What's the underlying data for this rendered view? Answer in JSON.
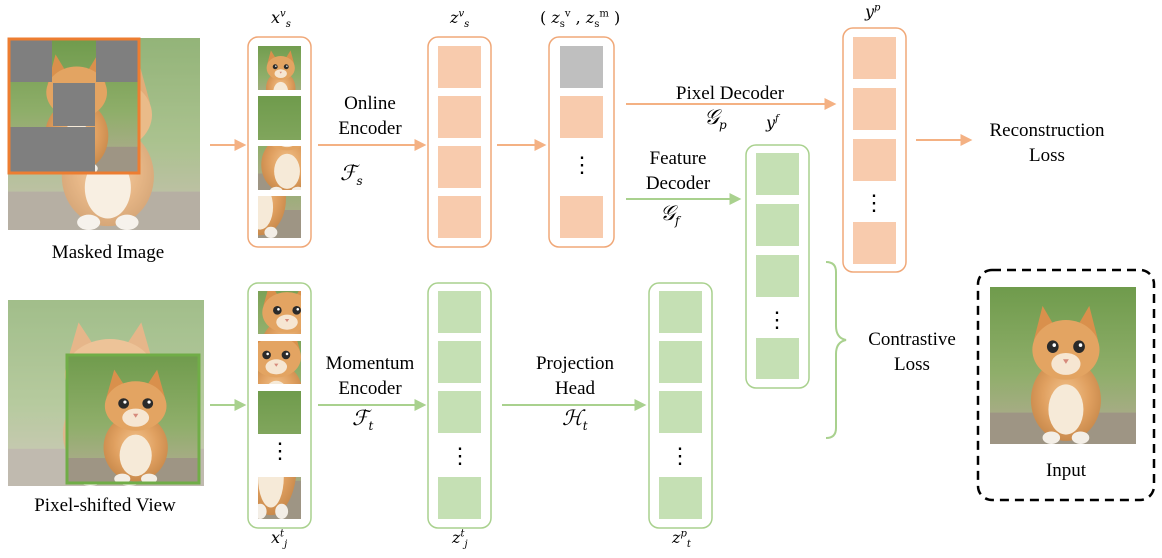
{
  "labels": {
    "masked_image": "Masked Image",
    "pixel_shifted_view": "Pixel-shifted View",
    "online_encoder": "Online\nEncoder",
    "momentum_encoder": "Momentum\nEncoder",
    "projection_head": "Projection\nHead",
    "pixel_decoder": "Pixel Decoder",
    "feature_decoder": "Feature\nDecoder",
    "reconstruction_loss": "Reconstruction\nLoss",
    "contrastive_loss": "Contrastive\nLoss",
    "input": "Input"
  },
  "symbols": {
    "online_encoder_fn": {
      "base": "F",
      "sub": "s"
    },
    "momentum_encoder_fn": {
      "base": "F",
      "sub": "t"
    },
    "projection_head_fn": {
      "base": "H",
      "sub": "t"
    },
    "pixel_decoder_fn": {
      "base": "G",
      "sub": "p"
    },
    "feature_decoder_fn": {
      "base": "G",
      "sub": "f"
    },
    "x_s_v": {
      "base": "x",
      "sup": "v",
      "sub": "s"
    },
    "z_s_v": {
      "base": "z",
      "sup": "v",
      "sub": "s"
    },
    "z_pair": "( z_s^v , z_s^m )",
    "y_p": {
      "base": "y",
      "sup": "p"
    },
    "y_f": {
      "base": "y",
      "sup": "f"
    },
    "x_j_t": {
      "base": "x",
      "sup": "t",
      "sub": "j"
    },
    "z_j_t": {
      "base": "z",
      "sup": "t",
      "sub": "j"
    },
    "z_t_p": {
      "base": "z",
      "sup": "p",
      "sub": "t"
    }
  },
  "ellipsis": "⋮",
  "colors": {
    "orange_line": "#f4b183",
    "orange_fill": "#f8cbad",
    "orange_border": "#f0a878",
    "green_line": "#a9d18e",
    "green_fill": "#c5e0b4",
    "green_border": "#a9d18e",
    "mask_gray": "#7f7f7f",
    "light_gray": "#bfbfbf",
    "image_frame_orange": "#ed7d31",
    "image_frame_green": "#70ad47"
  }
}
